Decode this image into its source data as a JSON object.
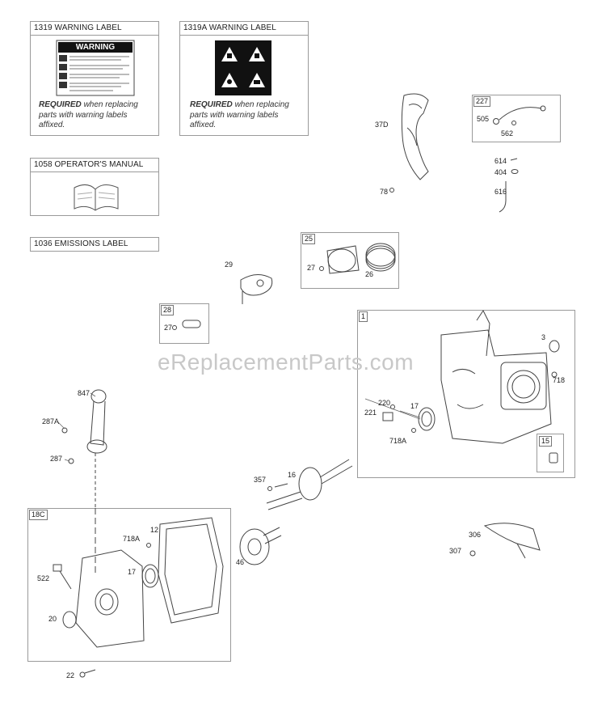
{
  "labels_section": {
    "warning_label": {
      "title": "1319 WARNING LABEL",
      "sticker_heading": "WARNING"
    },
    "warning_label_a": {
      "title": "1319A WARNING LABEL"
    },
    "required_bold": "REQUIRED",
    "required_rest_line1": " when replacing",
    "required_line2": "parts with warning labels",
    "required_line3": "affixed.",
    "operators_manual": {
      "title": "1058 OPERATOR'S MANUAL"
    },
    "emissions_label": {
      "title": "1036 EMISSIONS LABEL"
    }
  },
  "watermark": "eReplacementParts.com",
  "callouts": {
    "p37D": "37D",
    "p78": "78",
    "p227": "227",
    "p505": "505",
    "p562": "562",
    "p614": "614",
    "p404": "404",
    "p616": "616",
    "p25": "25",
    "p27a": "27",
    "p26": "26",
    "p29": "29",
    "p28": "28",
    "p27b": "27",
    "p1": "1",
    "p3": "3",
    "p718": "718",
    "p220": "220",
    "p221": "221",
    "p17a": "17",
    "p718A_a": "718A",
    "p15": "15",
    "p847": "847",
    "p287A": "287A",
    "p287": "287",
    "p357": "357",
    "p16": "16",
    "p18C": "18C",
    "p718A_b": "718A",
    "p12": "12",
    "p17b": "17",
    "p522": "522",
    "p20": "20",
    "p22": "22",
    "p46": "46",
    "p306": "306",
    "p307": "307"
  }
}
